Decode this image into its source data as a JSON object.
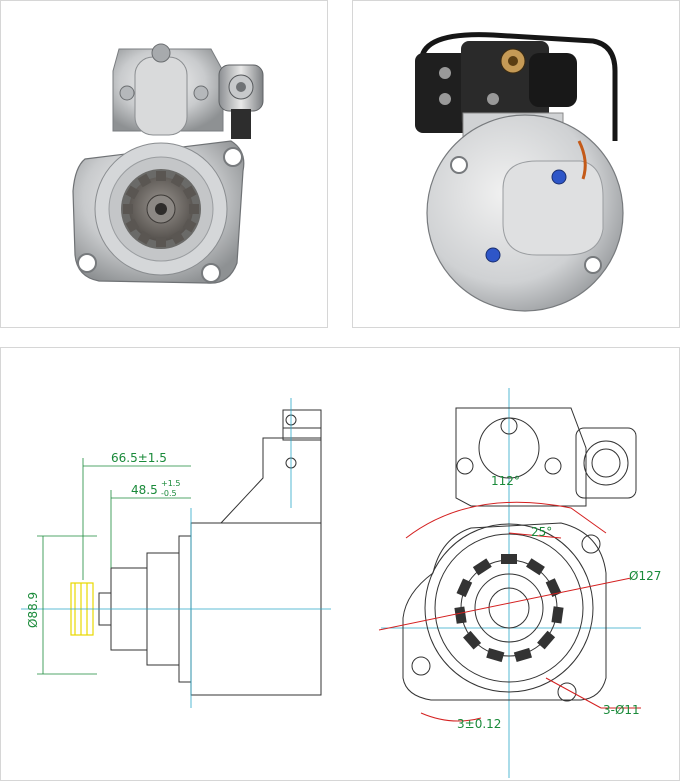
{
  "photos": {
    "front": {
      "label": "starter-front-photo"
    },
    "rear": {
      "label": "starter-rear-photo"
    }
  },
  "drawing": {
    "side_view": {
      "dim_length_outer": "66.5±1.5",
      "dim_length_inner_base": "48.5",
      "dim_length_inner_tol_upper": "+1.5",
      "dim_length_inner_tol_lower": "-0.5",
      "dim_diameter": "Ø88.9"
    },
    "end_view": {
      "dim_angle": "112°",
      "dim_small_angle": "25°",
      "dim_flange_diameter": "Ø127",
      "dim_holes": "3-Ø11",
      "dim_thickness": "3±0.12"
    }
  },
  "colors": {
    "dimension_green": "#1a8a3a",
    "dimension_red": "#d42020",
    "centerline_cyan": "#2aa8c8",
    "outline": "#333333",
    "yellow_pinion": "#e8d800"
  }
}
